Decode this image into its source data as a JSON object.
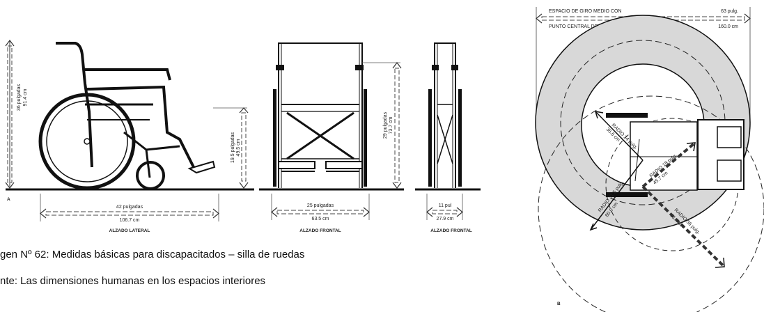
{
  "side_view": {
    "marker": "A",
    "height_in": "36 pulgadas",
    "height_cm": "91.4 cm",
    "seat_in": "19.5 pulgadas",
    "seat_cm": "49.5 cm",
    "length_in": "42 pulgadas",
    "length_cm": "106.7 cm",
    "title": "ALZADO LATERAL"
  },
  "front_view": {
    "height_in": "29 pulgadas",
    "height_cm": "73.7 cm",
    "width_in": "25 pulgadas",
    "width_cm": "63.5 cm",
    "title": "ALZADO FRONTAL"
  },
  "folded_view": {
    "width_in": "11 pul",
    "width_cm": "27.9 cm",
    "title": "ALZADO FRONTAL"
  },
  "turning_plan": {
    "marker": "B",
    "top_line1": "ESPACIO DE GIRO MEDIO CON",
    "top_line2": "PUNTO CENTRAL DE PIVOTAJE",
    "top_in": "63 pulg.",
    "top_cm": "160.0 cm",
    "r1_in": "RADIO 14 pulg.",
    "r1_cm": "35.6 cm",
    "r2_in": "RADIO 31.5 pulg.",
    "r2_cm": "80.0 cm",
    "r3_in": "RADIO 18 pulg.",
    "r3_cm": "45.7 cm",
    "r4_in": "RADIO 36 pulg.",
    "r4_cm": "91.4 cm"
  },
  "caption": {
    "line1": "gen Nº 62: Medidas básicas para discapacitados – silla de ruedas",
    "line2": "nte: Las dimensiones humanas en los espacios interiores"
  }
}
